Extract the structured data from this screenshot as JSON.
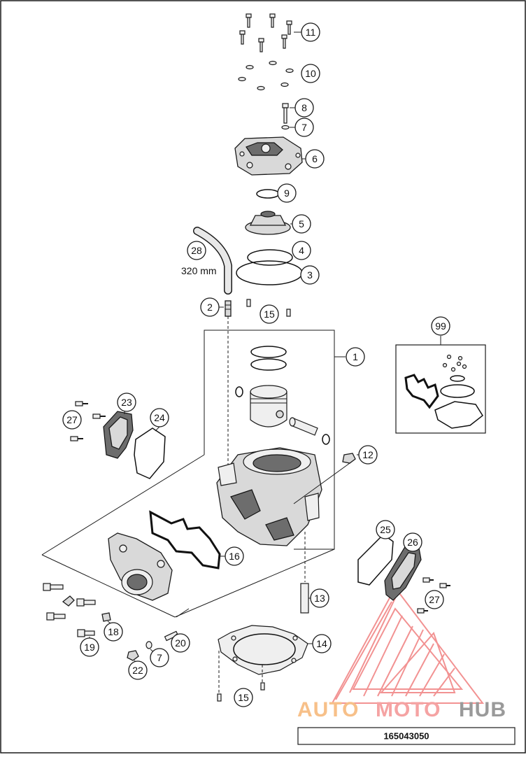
{
  "diagram": {
    "callouts": {
      "c11": "11",
      "c10": "10",
      "c8": "8",
      "c7a": "7",
      "c6": "6",
      "c9": "9",
      "c5": "5",
      "c4": "4",
      "c3": "3",
      "c28": "28",
      "c2": "2",
      "c15a": "15",
      "c1": "1",
      "c99": "99",
      "c23": "23",
      "c27a": "27",
      "c24": "24",
      "c12": "12",
      "c16": "16",
      "c25": "25",
      "c26": "26",
      "c27b": "27",
      "c13": "13",
      "c18": "18",
      "c19": "19",
      "c20": "20",
      "c7b": "7",
      "c22": "22",
      "c14": "14",
      "c15b": "15"
    },
    "hose_length_label": "320 mm",
    "part_code": "165043050"
  },
  "watermark": {
    "part1": "AUTO",
    "part2": "MOTO",
    "part3": "HUB",
    "colors": {
      "auto": "#f7c089",
      "moto": "#f5a3a3",
      "hub": "#9a9a9a",
      "logo": "#f08080"
    }
  }
}
